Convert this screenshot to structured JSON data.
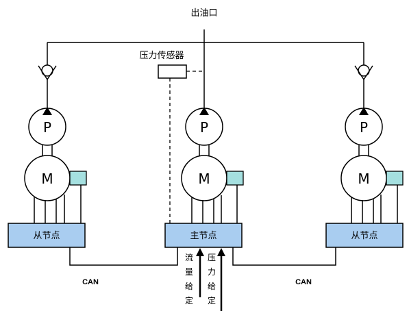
{
  "outlet_label": "出油口",
  "pressure_sensor_label": "压力传感器",
  "pump_letter": "P",
  "motor_letter": "M",
  "nodes": {
    "left": "从节点",
    "main": "主节点",
    "right": "从节点"
  },
  "bus_left": "CAN",
  "bus_right": "CAN",
  "flow_setpoint": [
    "流",
    "量",
    "给",
    "定"
  ],
  "pressure_setpoint": [
    "压",
    "力",
    "给",
    "定"
  ],
  "colors": {
    "node_fill": "#a9cdf0",
    "encoder_fill": "#a5e0e0",
    "stroke": "#000000"
  }
}
